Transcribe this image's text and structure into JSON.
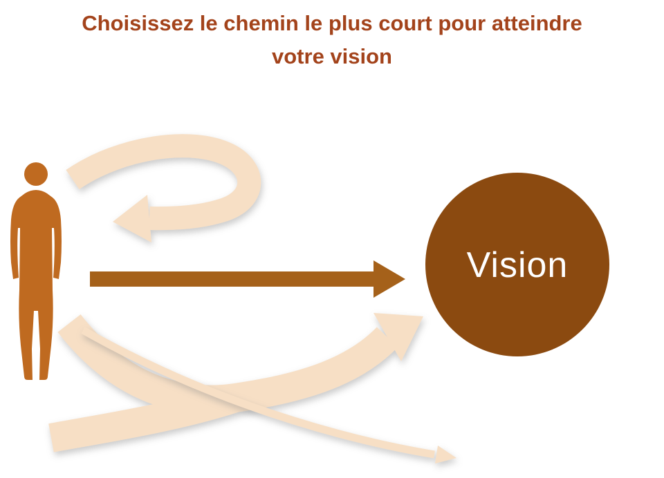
{
  "title": {
    "lines": [
      "Choisissez le chemin le plus court pour atteindre",
      "votre vision"
    ]
  },
  "vision": {
    "label": "Vision"
  },
  "icons": {
    "person": "person-silhouette",
    "uturn_arrow": "uturn-detour-arrow",
    "direct_arrow": "straight-direct-arrow",
    "winding_arrow": "winding-detour-arrow",
    "thin_arrow": "thin-winding-arrow"
  },
  "colors": {
    "title_text": "#A3431B",
    "person_silhouette": "#BF6A20",
    "direct_arrow": "#A5611A",
    "vision_circle": "#8B4A10",
    "vision_text": "#FFFFFF",
    "detour_arrow": "#F7DFC5",
    "background": "#FFFFFF"
  }
}
